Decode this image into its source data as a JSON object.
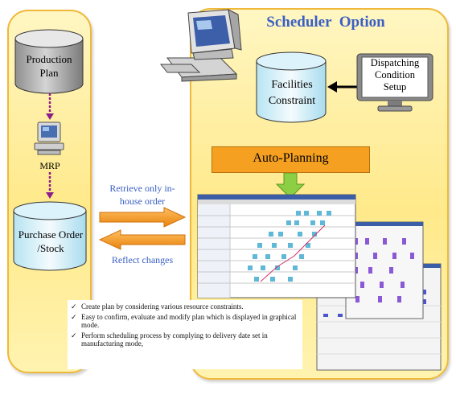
{
  "title": "Scheduler  Option",
  "left_panel": {
    "production_plan": "Production Plan",
    "mrp": "MRP",
    "purchase_order": "Purchase Order /Stock"
  },
  "arrows": {
    "retrieve": "Retrieve only in-house order",
    "reflect": "Reflect  changes"
  },
  "right_panel": {
    "facilities": "Facilities Constraint",
    "dispatching": "Dispatching Condition Setup",
    "auto_planning": "Auto-Planning"
  },
  "bullets": [
    "Create plan by considering various resource constraints.",
    "Easy to confirm, evaluate and modify plan which is displayed in graphical mode.",
    "Perform scheduling process by complying to delivery date set in manufacturing mode,"
  ],
  "colors": {
    "panel_fill": "#ffe98a",
    "panel_border": "#f0b83a",
    "title": "#3a5fc4",
    "auto_planning": "#f5a020",
    "down_arrow": "#8ccf45",
    "right_arrow": "#f49a1c",
    "dotted_arrow": "#8b1d8b"
  },
  "icons": [
    "computer-icon",
    "monitor-icon",
    "database-cylinder-icon"
  ]
}
